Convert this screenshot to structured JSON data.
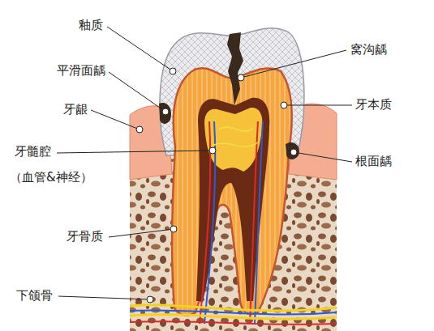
{
  "diagram": {
    "labels": [
      "釉质",
      "窝沟龋",
      "平滑面龋",
      "牙本质",
      "牙龈",
      "根面龋",
      "牙髓腔",
      "（血管&神经）",
      "牙骨质",
      "下颌骨"
    ]
  }
}
